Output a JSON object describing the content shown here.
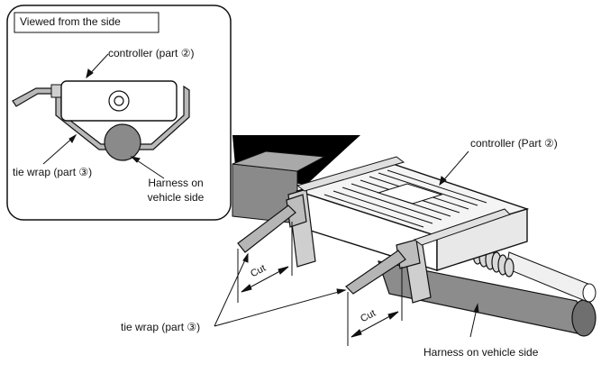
{
  "inset": {
    "title": "Viewed from the side",
    "controller_label": "controller (part ②)",
    "tie_wrap_label": "tie wrap (part ③)",
    "harness_label_line1": "Harness on",
    "harness_label_line2": "vehicle side"
  },
  "main": {
    "controller_label": "controller (Part ②)",
    "tie_wrap_label": "tie wrap (part ③)",
    "harness_label": "Harness on vehicle side",
    "cut_label_1": "Cut",
    "cut_label_2": "Cut"
  },
  "colors": {
    "outline": "#111111",
    "harness_fill": "#8c8c8c",
    "harness_dark": "#6f6f6f",
    "body_light": "#f3f3f3",
    "tie_gray": "#b5b5b5"
  }
}
